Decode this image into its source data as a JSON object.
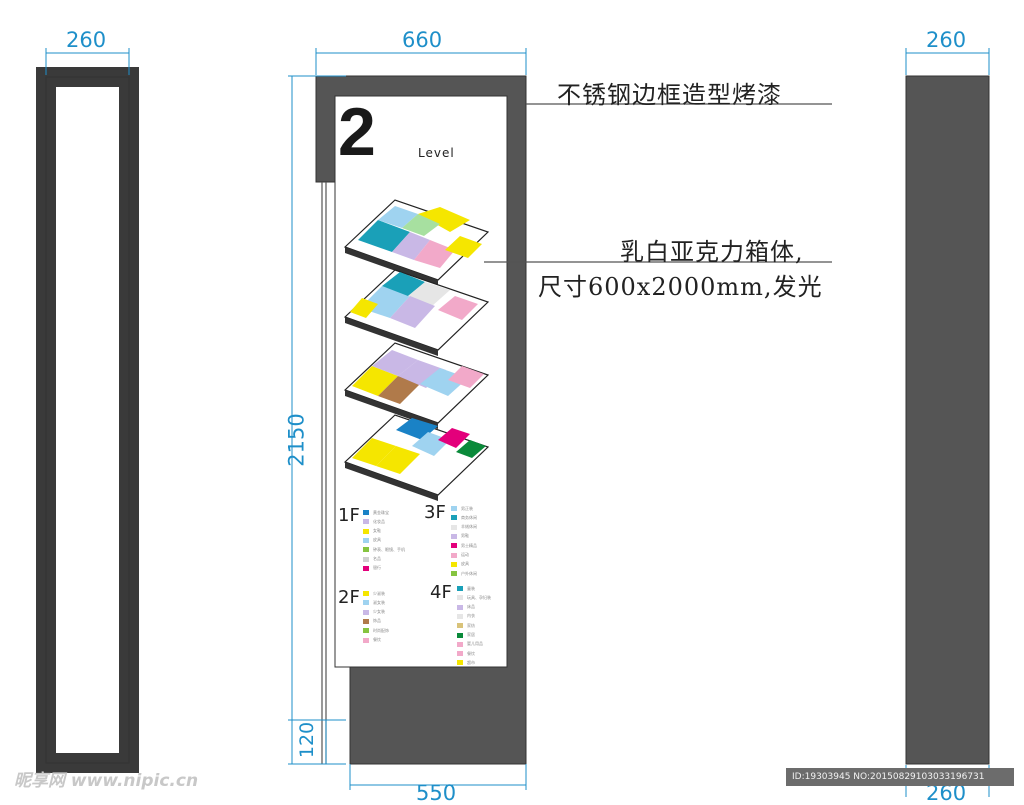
{
  "dimensions": {
    "left_width": "260",
    "center_top_width": "660",
    "center_height": "2150",
    "center_base_height": "120",
    "center_bottom_width": "550",
    "right_width_top": "260",
    "right_width_bottom": "260"
  },
  "sign": {
    "level_number": "2",
    "level_word": "Level"
  },
  "annotations": {
    "frame_note": "不锈钢边框造型烤漆",
    "box_note_line1": "乳白亚克力箱体,",
    "box_note_line2": "尺寸600x2000mm,发光"
  },
  "legend": {
    "groups": [
      {
        "label": "1F",
        "items": [
          {
            "text": "黄金珠宝",
            "color": "#1a82c6"
          },
          {
            "text": "化妆品",
            "color": "#c9b8e6"
          },
          {
            "text": "女鞋",
            "color": "#f5e600"
          },
          {
            "text": "皮具",
            "color": "#9fd3f0"
          },
          {
            "text": "钟表、眼镜、手机",
            "color": "#86c440"
          },
          {
            "text": "名品",
            "color": "#d0d0d0"
          },
          {
            "text": "银行",
            "color": "#e3007b"
          }
        ]
      },
      {
        "label": "2F",
        "items": [
          {
            "text": "少淑装",
            "color": "#f5e600"
          },
          {
            "text": "淑女装",
            "color": "#9fd3f0"
          },
          {
            "text": "少女装",
            "color": "#c9b8e6"
          },
          {
            "text": "饰品",
            "color": "#b07a4a"
          },
          {
            "text": "时尚配饰",
            "color": "#86c440"
          },
          {
            "text": "餐饮",
            "color": "#f2a9c9"
          }
        ]
      },
      {
        "label": "3F",
        "items": [
          {
            "text": "男正装",
            "color": "#9fd3f0"
          },
          {
            "text": "商务休闲",
            "color": "#1aa0b8"
          },
          {
            "text": "羊绒休闲",
            "color": "#e6e6e6"
          },
          {
            "text": "男鞋",
            "color": "#c9b8e6"
          },
          {
            "text": "男士精品",
            "color": "#e3007b"
          },
          {
            "text": "运动",
            "color": "#f2a9c9"
          },
          {
            "text": "皮具",
            "color": "#f5e600"
          },
          {
            "text": "户外休闲",
            "color": "#86c440"
          }
        ]
      },
      {
        "label": "4F",
        "items": [
          {
            "text": "童装",
            "color": "#1aa0b8"
          },
          {
            "text": "玩具、孕妇装",
            "color": "#e6e6e6"
          },
          {
            "text": "床品",
            "color": "#c9b8e6"
          },
          {
            "text": "内衣",
            "color": "#e6e6e6"
          },
          {
            "text": "家纺",
            "color": "#d9c37a"
          },
          {
            "text": "家居",
            "color": "#0a8a3a"
          },
          {
            "text": "婴儿用品",
            "color": "#f2a9c9"
          },
          {
            "text": "餐饮",
            "color": "#f2a9c9"
          },
          {
            "text": "超市",
            "color": "#f5e600"
          }
        ]
      }
    ]
  },
  "footer": {
    "watermark": "昵享网 www.nipic.cn",
    "image_id": "ID:19303945 NO:20150829103033196731"
  },
  "colors": {
    "frame": "#555555",
    "frame_outline": "#333333",
    "dimension": "#1e8fc9",
    "panel": "#ffffff"
  }
}
